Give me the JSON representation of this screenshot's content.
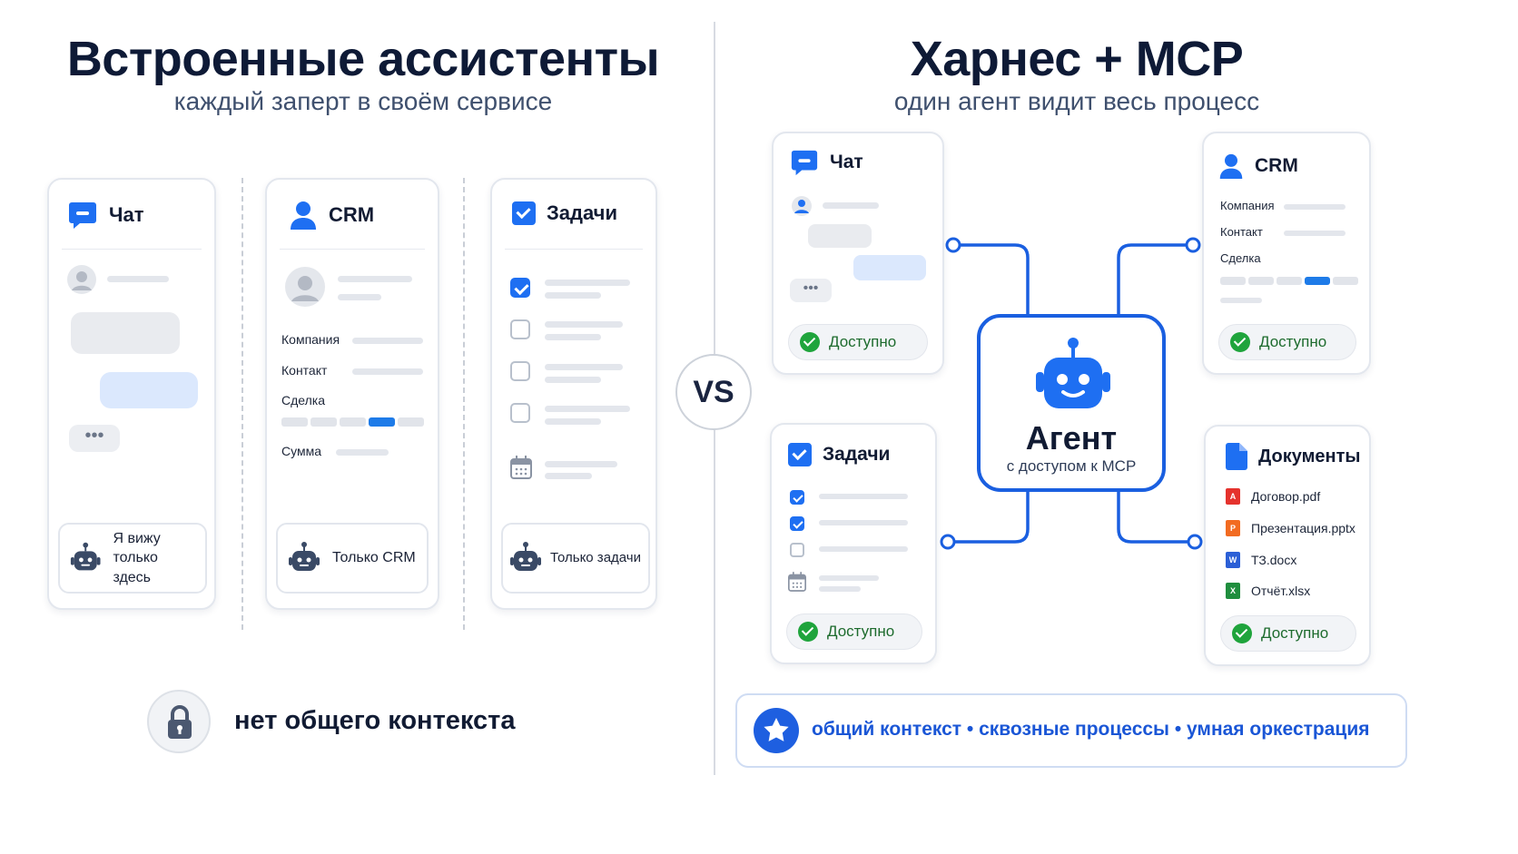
{
  "left": {
    "title": "Встроенные ассистенты",
    "subtitle": "каждый заперт в своём сервисе",
    "chat": {
      "title": "Чат",
      "bot_text": "Я вижу\nтолько здесь"
    },
    "crm": {
      "title": "CRM",
      "fields": [
        "Компания",
        "Контакт",
        "Сделка",
        "Сумма"
      ],
      "bot_text": "Только CRM"
    },
    "tasks": {
      "title": "Задачи",
      "checked": [
        true,
        false,
        false,
        false
      ],
      "bot_text": "Только задачи"
    },
    "footer": "нет общего контекста"
  },
  "vs": "VS",
  "right": {
    "title": "Харнес + MCP",
    "subtitle": "один агент видит весь процесс",
    "chat": {
      "title": "Чат",
      "status": "Доступно"
    },
    "crm": {
      "title": "CRM",
      "fields": [
        "Компания",
        "Контакт",
        "Сделка"
      ],
      "status": "Доступно"
    },
    "tasks": {
      "title": "Задачи",
      "checked": [
        true,
        true,
        false
      ],
      "status": "Доступно"
    },
    "docs": {
      "title": "Документы",
      "files": [
        {
          "name": "Договор.pdf",
          "type": "pdf",
          "color": "#e5322d"
        },
        {
          "name": "Презентация.pptx",
          "type": "pptx",
          "color": "#f26b21"
        },
        {
          "name": "ТЗ.docx",
          "type": "docx",
          "color": "#2b5fd6"
        },
        {
          "name": "Отчёт.xlsx",
          "type": "xlsx",
          "color": "#1f8e3e"
        }
      ],
      "status": "Доступно"
    },
    "agent": {
      "title": "Агент",
      "subtitle": "с доступом к MCP"
    },
    "footer": "общий контекст • сквозные процессы • умная оркестрация"
  },
  "colors": {
    "accent": "#1e6ff2",
    "connector": "#1a5fe0",
    "ok": "#1fa43c",
    "text": "#0e1a36"
  },
  "icons": [
    "chat-icon",
    "user-icon",
    "checkbox-icon",
    "calendar-icon",
    "robot-icon",
    "lock-icon",
    "star-icon",
    "document-icon"
  ]
}
